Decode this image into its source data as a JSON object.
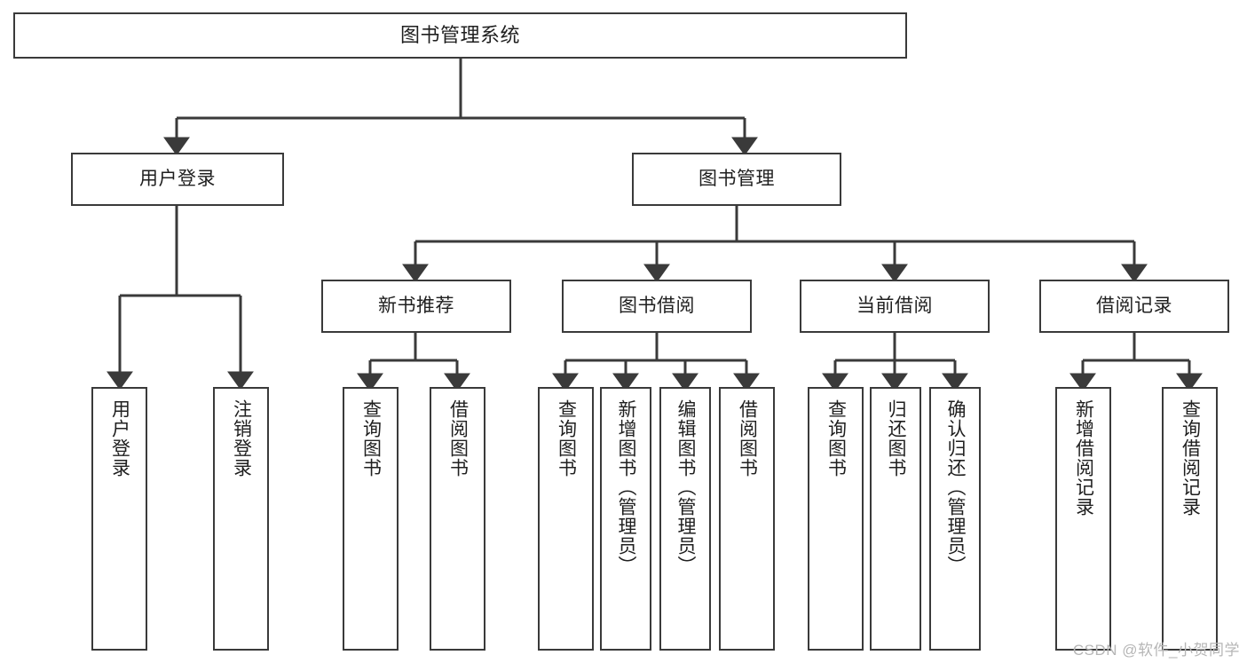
{
  "diagram": {
    "title": "图书管理系统",
    "watermark": "CSDN @软件_小贺同学",
    "line_color": "#3a3a3a",
    "box_fill": "#ffffff",
    "text_color": "#1f1f1f",
    "watermark_color": "#b6b6b6",
    "nodes": {
      "root": {
        "label": "图书管理系统"
      },
      "level2": [
        {
          "label": "用户登录"
        },
        {
          "label": "图书管理"
        }
      ],
      "level3": [
        {
          "label": "新书推荐"
        },
        {
          "label": "图书借阅"
        },
        {
          "label": "当前借阅"
        },
        {
          "label": "借阅记录"
        }
      ],
      "leaves": [
        {
          "label": "用户登录"
        },
        {
          "label": "注销登录"
        },
        {
          "label": "查询图书"
        },
        {
          "label": "借阅图书"
        },
        {
          "label": "查询图书"
        },
        {
          "label": "新增图书（管理员）"
        },
        {
          "label": "编辑图书（管理员）"
        },
        {
          "label": "借阅图书"
        },
        {
          "label": "查询图书"
        },
        {
          "label": "归还图书"
        },
        {
          "label": "确认归还（管理员）"
        },
        {
          "label": "新增借阅记录"
        },
        {
          "label": "查询借阅记录"
        }
      ]
    }
  }
}
